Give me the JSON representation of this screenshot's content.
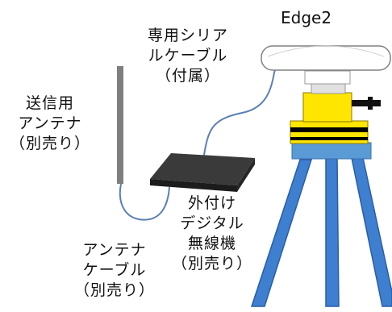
{
  "device": {
    "name": "Edge2"
  },
  "labels": {
    "cable_dedicated": [
      "専用シリア",
      "ルケーブル",
      "（付属）"
    ],
    "antenna_tx": [
      "送信用",
      "アンテナ",
      "（別売り）"
    ],
    "radio": [
      "外付け",
      "デジタル",
      "無線機",
      "（別売り）"
    ],
    "antenna_cable": [
      "アンテナ",
      "ケーブル",
      "（別売り）"
    ]
  },
  "colors": {
    "receiver_body": "#ffffff",
    "receiver_outline": "#808080",
    "yellow_base": "#ffe600",
    "black_band": "#000000",
    "tripod_blue": "#3f7fd0",
    "tripod_head": "#5b9bd5",
    "radio_box": "#333333",
    "antenna_rod": "#7f7f7f",
    "cable": "#5a7fb5"
  }
}
